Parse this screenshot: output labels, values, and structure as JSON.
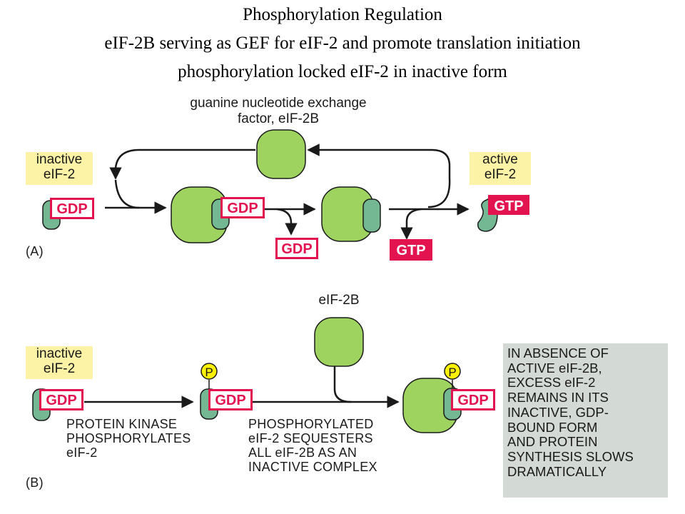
{
  "title": {
    "line1": "Phosphorylation Regulation",
    "line2": "eIF-2B serving as GEF for eIF-2 and promote translation initiation",
    "line3": "phosphorylation locked eIF-2 in inactive form"
  },
  "panel_a": {
    "gef_label_line1": "guanine nucleotide exchange",
    "gef_label_line2": "factor, eIF-2B",
    "inactive_line1": "inactive",
    "inactive_line2": "eIF-2",
    "active_line1": "active",
    "active_line2": "eIF-2",
    "gdp": "GDP",
    "gtp": "GTP",
    "panel_label": "(A)"
  },
  "panel_b": {
    "eif2b_label": "eIF-2B",
    "inactive_line1": "inactive",
    "inactive_line2": "eIF-2",
    "gdp": "GDP",
    "phospho": "P",
    "kinase_caption": [
      "PROTEIN KINASE",
      "PHOSPHORYLATES",
      "eIF-2"
    ],
    "sequester_caption": [
      "PHOSPHORYLATED",
      "eIF-2 SEQUESTERS",
      "ALL eIF-2B AS AN",
      "INACTIVE COMPLEX"
    ],
    "note_lines": [
      "IN ABSENCE OF",
      "ACTIVE eIF-2B,",
      "EXCESS eIF-2",
      "REMAINS IN ITS",
      "INACTIVE, GDP-",
      "BOUND FORM",
      "AND PROTEIN",
      "SYNTHESIS SLOWS",
      "DRAMATICALLY"
    ],
    "panel_label": "(B)"
  },
  "colors": {
    "eif2b_green": "#9fd35f",
    "eif2_teal": "#74b793",
    "gdp_red": "#e3134f",
    "label_yellow": "#fdf3a6",
    "note_gray": "#d3d9d4",
    "phospho_yellow": "#fff200"
  }
}
